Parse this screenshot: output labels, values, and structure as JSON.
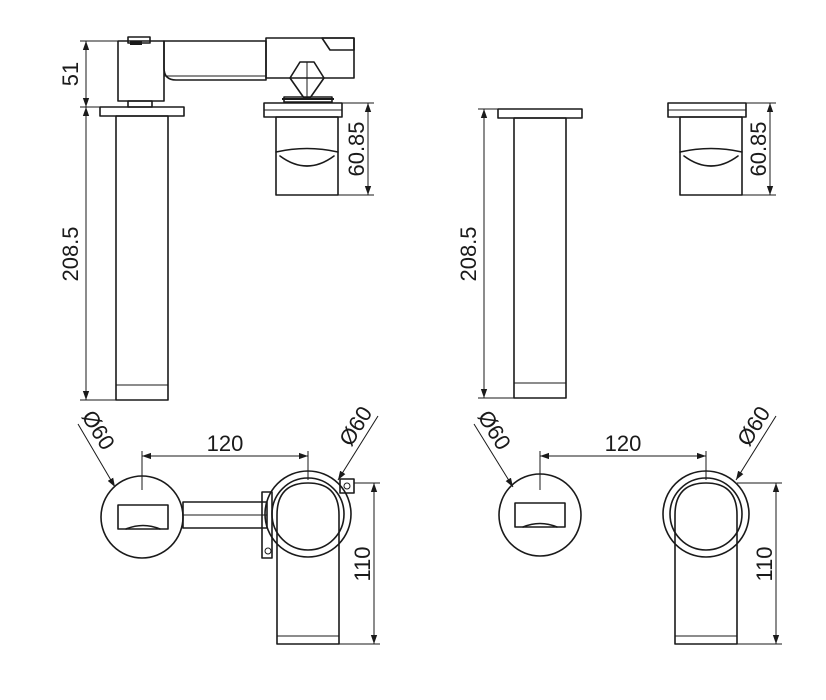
{
  "dimensions": {
    "d_left_51": "51",
    "d_left_208": "208.5",
    "d_left_6085": "60.85",
    "d_right_208": "208.5",
    "d_right_6085": "60.85",
    "d_bl_dia_left": "Ø60",
    "d_bl_120": "120",
    "d_bl_dia_right": "Ø60",
    "d_bl_110": "110",
    "d_br_dia_left": "Ø60",
    "d_br_120": "120",
    "d_br_dia_right": "Ø60",
    "d_br_110": "110"
  }
}
